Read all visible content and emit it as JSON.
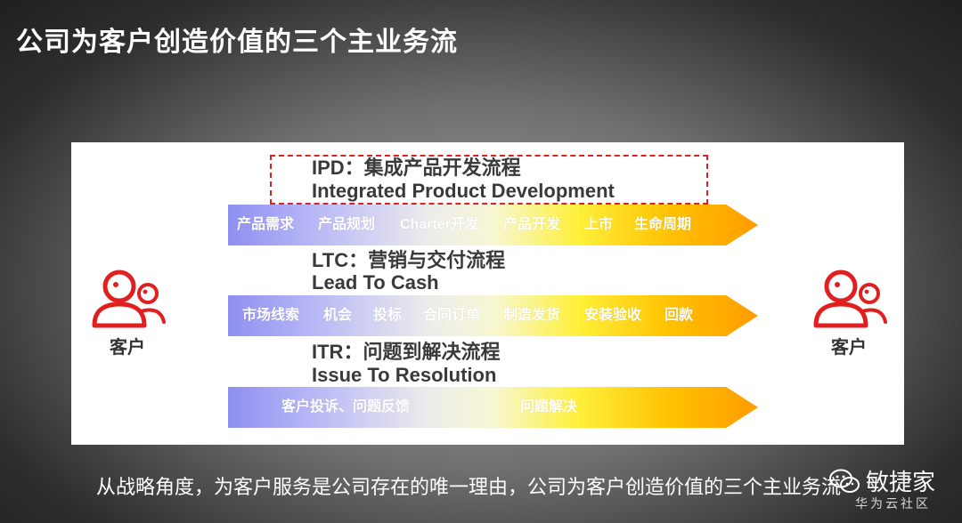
{
  "title": "公司为客户创造价值的三个主业务流",
  "processes": [
    {
      "label_cn": "IPD：集成产品开发流程",
      "label_en": "Integrated Product Development",
      "steps": [
        "产品需求",
        "产品规划",
        "Charter开发",
        "产品开发",
        "上市",
        "生命周期"
      ]
    },
    {
      "label_cn": "LTC：营销与交付流程",
      "label_en": "Lead To Cash",
      "steps": [
        "市场线索",
        "机会",
        "投标",
        "合同订单",
        "制造发货",
        "安装验收",
        "回款"
      ]
    },
    {
      "label_cn": "ITR：问题到解决流程",
      "label_en": "Issue To Resolution",
      "steps": [
        "客户投诉、问题反馈",
        "问题解决"
      ]
    }
  ],
  "customer_left": "客户",
  "customer_right": "客户",
  "caption": "从战略角度，为客户服务是公司存在的唯一理由，公司为客户创造价值的三个主业务流",
  "watermark": {
    "main": "敏捷家",
    "sub": "华为云社区"
  },
  "colors": {
    "accent_red": "#e02020",
    "arrow_start": "#8f8ff3",
    "arrow_end": "#ff9c00"
  }
}
